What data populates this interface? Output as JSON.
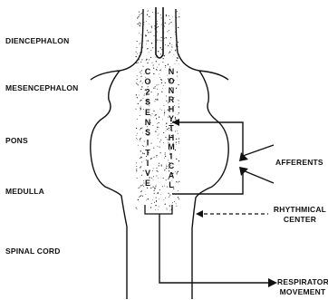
{
  "regions": {
    "diencephalon": "DIENCEPHALON",
    "mesencephalon": "MESENCEPHALON",
    "pons": "PONS",
    "medulla": "MEDULLA",
    "spinal_cord": "SPINAL CORD"
  },
  "annotations": {
    "afferents": "AFFERENTS",
    "rhythmical_center_line1": "RHYTHMICAL",
    "rhythmical_center_line2": "CENTER",
    "respiratory_line1": "RESPIRATORY",
    "respiratory_line2": "MOVEMENT"
  },
  "columns": {
    "co2_sensitive": [
      "C",
      "O",
      "2",
      "S",
      "E",
      "N",
      "S",
      "I",
      "T",
      "I",
      "V",
      "E"
    ],
    "non_rhythmical": [
      "N",
      "O",
      "N",
      "R",
      "H",
      "Y",
      "T",
      "H",
      "M",
      "I",
      "C",
      "A",
      "L"
    ]
  },
  "colors": {
    "ink": "#111111",
    "background": "#ffffff"
  }
}
